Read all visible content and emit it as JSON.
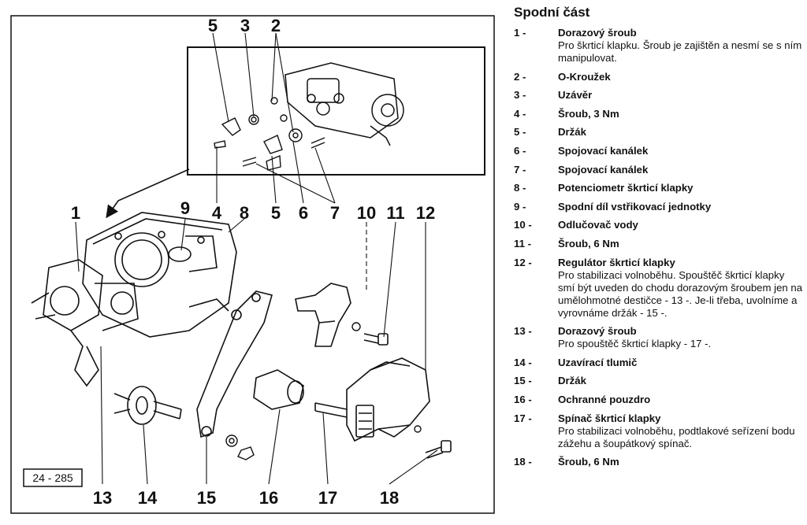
{
  "figure": {
    "id_label": "24 - 285",
    "callouts": [
      "1",
      "2",
      "3",
      "4",
      "5",
      "6",
      "7",
      "8",
      "9",
      "10",
      "11",
      "12",
      "13",
      "14",
      "15",
      "16",
      "17",
      "18"
    ],
    "inset_callouts": {
      "top": [
        "5",
        "3",
        "2"
      ],
      "bottom": [
        "4",
        "5",
        "6",
        "7"
      ]
    }
  },
  "legend": {
    "title": "Spodní část",
    "items": [
      {
        "num": "1 -",
        "label": "Dorazový šroub",
        "desc": "Pro škrticí klapku. Šroub je zajištěn a nesmí se s ním manipulovat."
      },
      {
        "num": "2 -",
        "label": "O-Kroužek",
        "desc": ""
      },
      {
        "num": "3 -",
        "label": "Uzávěr",
        "desc": ""
      },
      {
        "num": "4 -",
        "label": "Šroub, 3 Nm",
        "desc": ""
      },
      {
        "num": "5 -",
        "label": "Držák",
        "desc": ""
      },
      {
        "num": "6 -",
        "label": "Spojovací kanálek",
        "desc": ""
      },
      {
        "num": "7 -",
        "label": "Spojovací kanálek",
        "desc": ""
      },
      {
        "num": "8 -",
        "label": "Potenciometr škrticí klapky",
        "desc": ""
      },
      {
        "num": "9 -",
        "label": "Spodní díl vstřikovací jednotky",
        "desc": ""
      },
      {
        "num": "10 -",
        "label": "Odlučovač vody",
        "desc": ""
      },
      {
        "num": "11 -",
        "label": "Šroub, 6 Nm",
        "desc": ""
      },
      {
        "num": "12 -",
        "label": "Regulátor škrticí klapky",
        "desc": "Pro stabilizaci volnoběhu. Spouštěč škrticí klapky smí být uveden do chodu dorazovým šroubem jen na umělohmotné destičce - 13 -. Je-li třeba, uvolníme a vyrovnáme držák - 15 -."
      },
      {
        "num": "13 -",
        "label": "Dorazový šroub",
        "desc": "Pro spouštěč škrticí klapky - 17 -."
      },
      {
        "num": "14 -",
        "label": "Uzavírací tlumič",
        "desc": ""
      },
      {
        "num": "15 -",
        "label": "Držák",
        "desc": ""
      },
      {
        "num": "16 -",
        "label": "Ochranné pouzdro",
        "desc": ""
      },
      {
        "num": "17 -",
        "label": "Spínač škrticí klapky",
        "desc": "Pro stabilizaci volnoběhu, podtlakové seřízení bodu zážehu a šoupátkový spínač."
      },
      {
        "num": "18 -",
        "label": "Šroub, 6 Nm",
        "desc": ""
      }
    ]
  }
}
